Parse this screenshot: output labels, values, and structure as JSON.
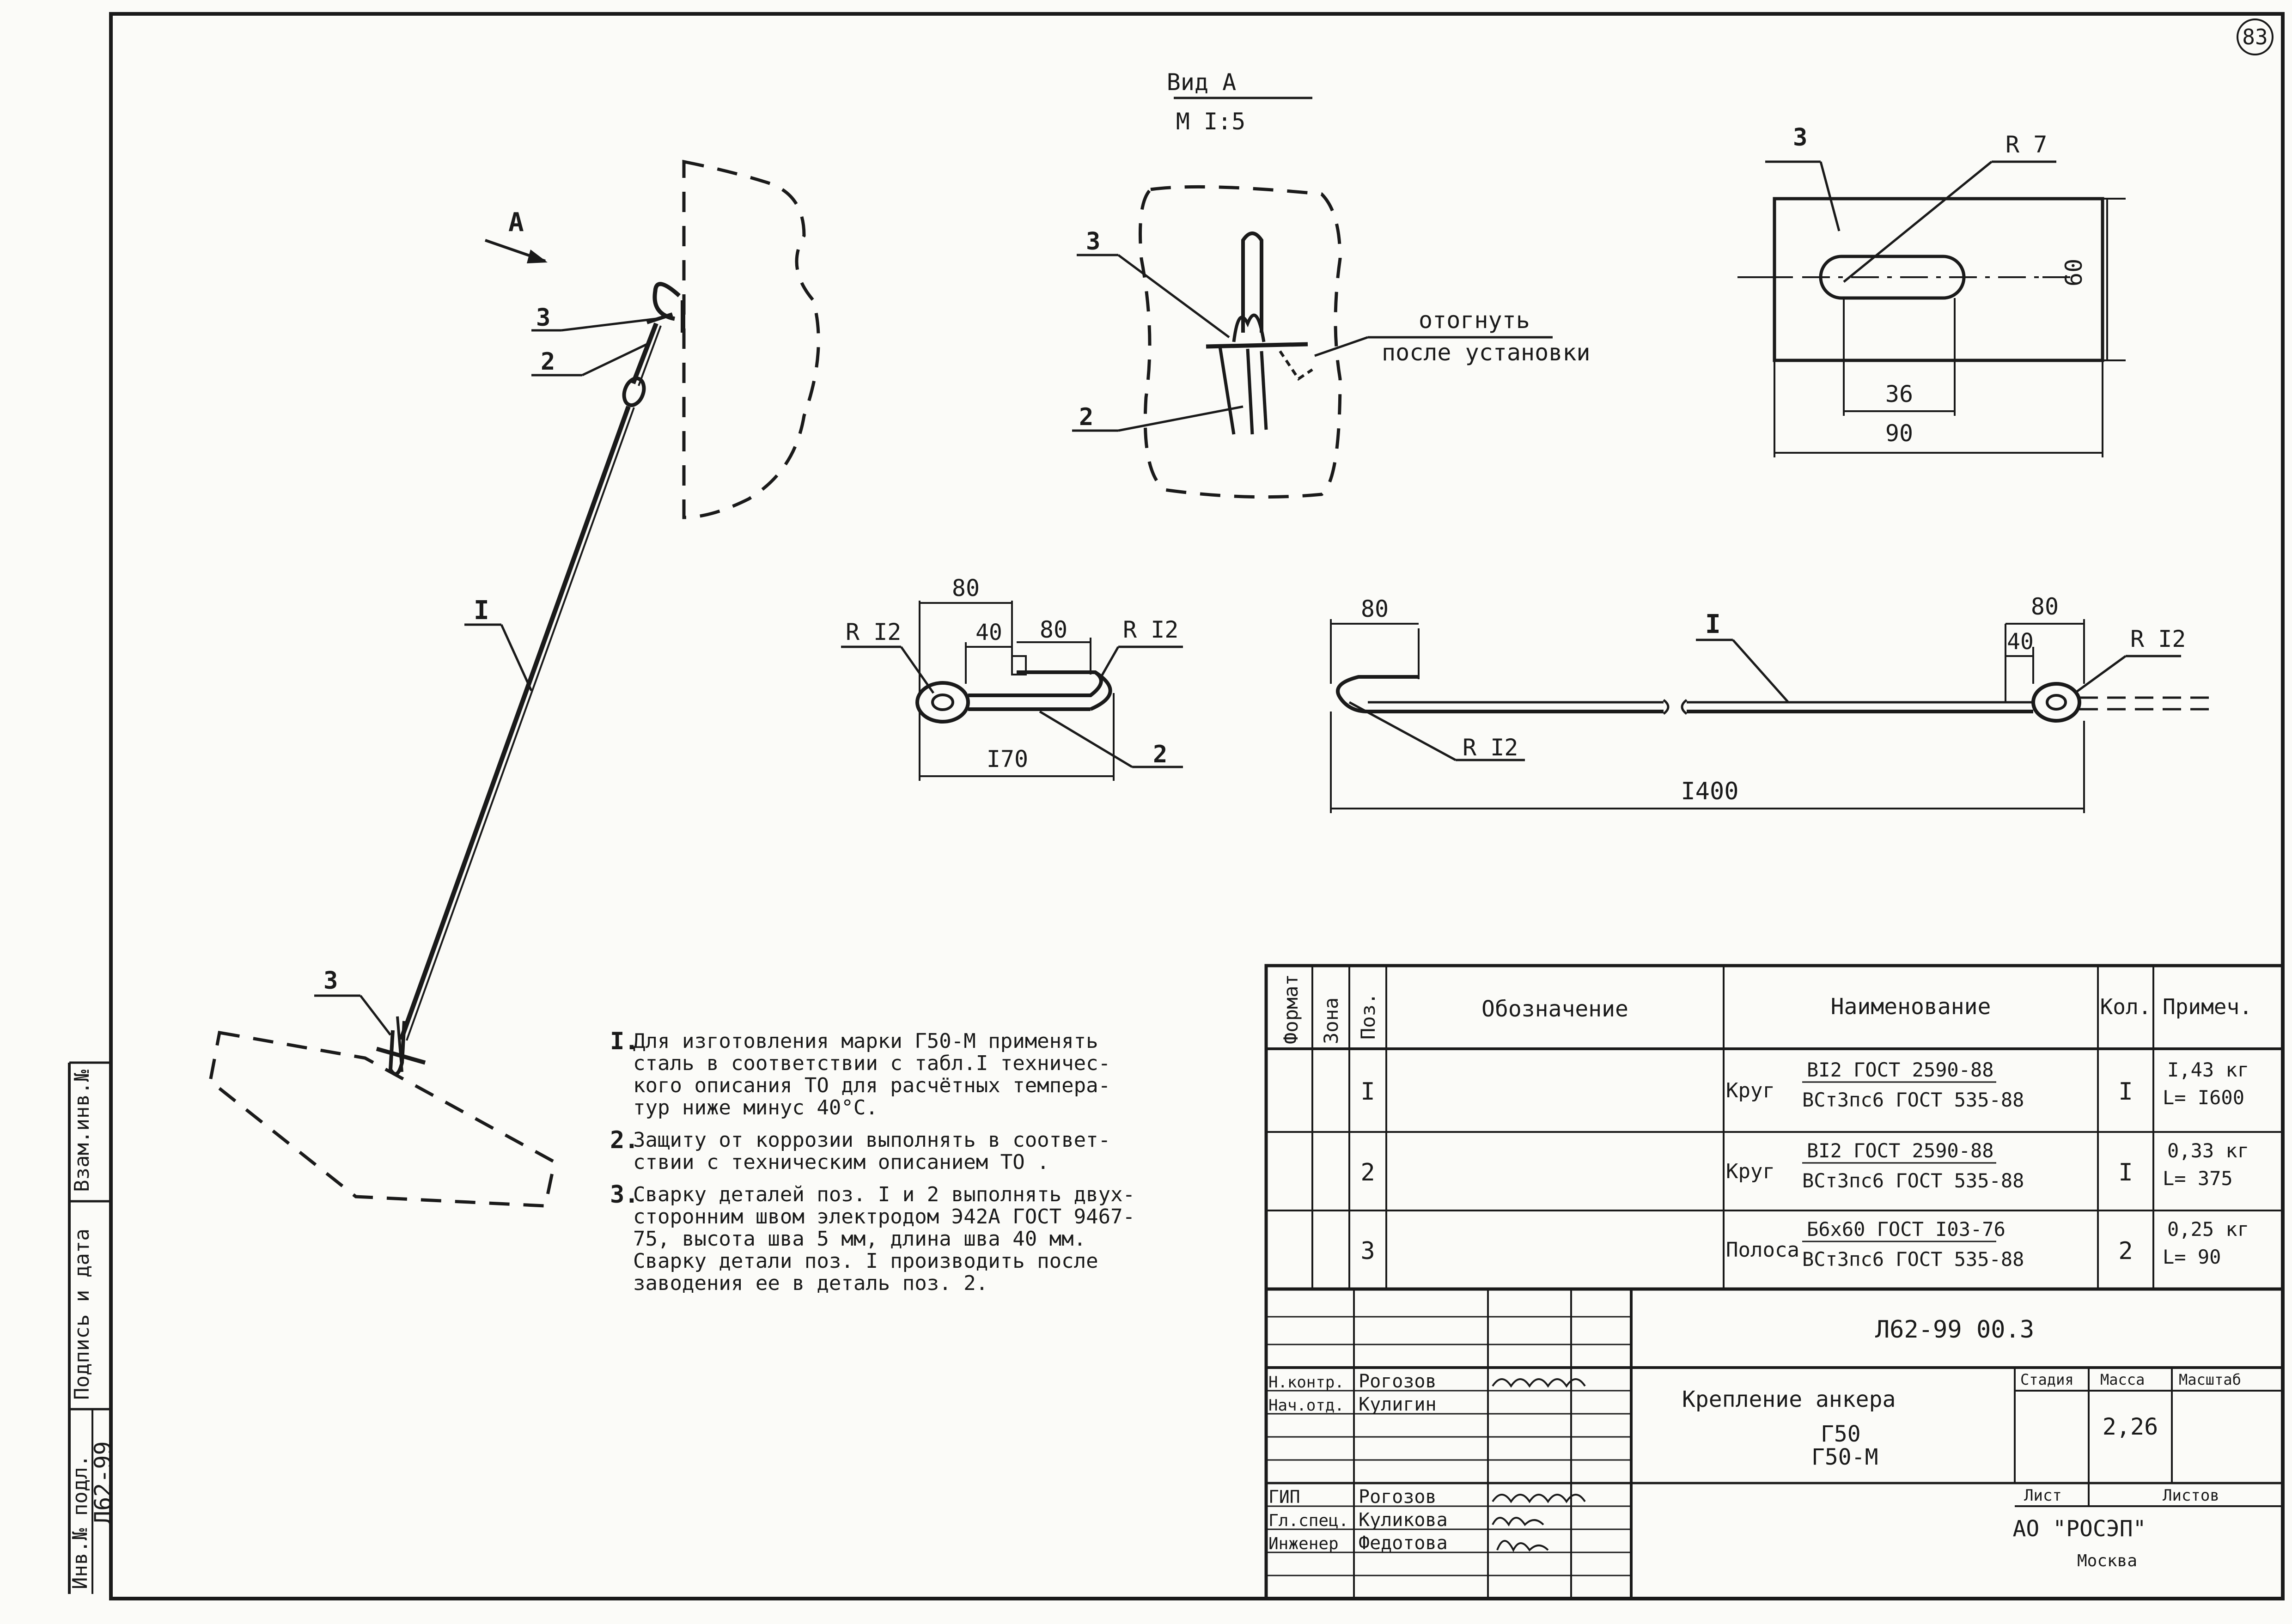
{
  "sheet_number": "83",
  "view_a": {
    "title": "Вид А",
    "scale": "М I:5"
  },
  "labels": {
    "arrow": "А",
    "pos1": "I",
    "pos2": "2",
    "pos3": "3",
    "bend_note_1": "отогнуть",
    "bend_note_2": "после установки",
    "r7": "R 7",
    "r12": "R I2"
  },
  "dims": {
    "d60": "60",
    "d36": "36",
    "d90": "90",
    "d80": "80",
    "d40": "40",
    "d170": "I70",
    "d1400": "I400"
  },
  "notes": [
    {
      "num": "I.",
      "lines": [
        "Для изготовления марки Г50-М применять",
        "сталь в соответствии с табл.I техничес-",
        "кого описания ТО для расчётных темпера-",
        "тур ниже минус 40°С."
      ]
    },
    {
      "num": "2.",
      "lines": [
        "Защиту от коррозии выполнять в соответ-",
        "ствии с техническим описанием ТО ."
      ]
    },
    {
      "num": "3.",
      "lines": [
        "Сварку деталей поз. I и 2 выполнять двух-",
        "сторонним швом электродом Э42А ГОСТ 9467-",
        "75, высота шва 5 мм, длина шва 40 мм.",
        "Сварку детали поз. I производить после",
        "заводения ее в деталь поз. 2."
      ]
    }
  ],
  "spec_table": {
    "headers": {
      "format": "Формат",
      "zone": "Зона",
      "pos": "Поз.",
      "designation": "Обозначение",
      "name": "Наименование",
      "qty": "Кол.",
      "note": "Примеч."
    },
    "rows": [
      {
        "pos": "I",
        "kind": "Круг",
        "name_top": "ВI2 ГОСТ 2590-88",
        "name_bottom": "ВСт3пс6 ГОСТ 535-88",
        "qty": "I",
        "note_1": "I,43 кг",
        "note_2": "L= I600"
      },
      {
        "pos": "2",
        "kind": "Круг",
        "name_top": "ВI2 ГОСТ 2590-88",
        "name_bottom": "ВСт3пс6 ГОСТ 535-88",
        "qty": "I",
        "note_1": "0,33 кг",
        "note_2": "L= 375"
      },
      {
        "pos": "3",
        "kind": "Полоса",
        "name_top": "Б6х60 ГОСТ I03-76",
        "name_bottom": "ВСт3пс6 ГОСТ 535-88",
        "qty": "2",
        "note_1": "0,25 кг",
        "note_2": "L= 90"
      }
    ]
  },
  "title_block": {
    "code": "Л62-99 00.3",
    "title": "Крепление анкера",
    "subtitle_1": "Г50",
    "subtitle_2": "Г50-М",
    "stage_label": "Стадия",
    "mass_label": "Масса",
    "scale_label": "Масштаб",
    "mass_value": "2,26",
    "sheet_label": "Лист",
    "sheets_label": "Листов",
    "organization": "АО \"РОСЭП\"",
    "city": "Москва",
    "roles": [
      {
        "role": "Н.контр.",
        "name": "Рогозов"
      },
      {
        "role": "Нач.отд.",
        "name": "Кулигин"
      },
      {
        "role": "",
        "name": ""
      },
      {
        "role": "ГИП",
        "name": "Рогозов"
      },
      {
        "role": "Гл.спец.",
        "name": "Куликова"
      },
      {
        "role": "Инженер",
        "name": "Федотова"
      }
    ]
  },
  "left_strip": {
    "inv_original": "Инв.№ подл.",
    "signature_date": "Подпись и дата",
    "replaced_inv": "Взам.инв.№",
    "doc_code": "Л62-99"
  }
}
